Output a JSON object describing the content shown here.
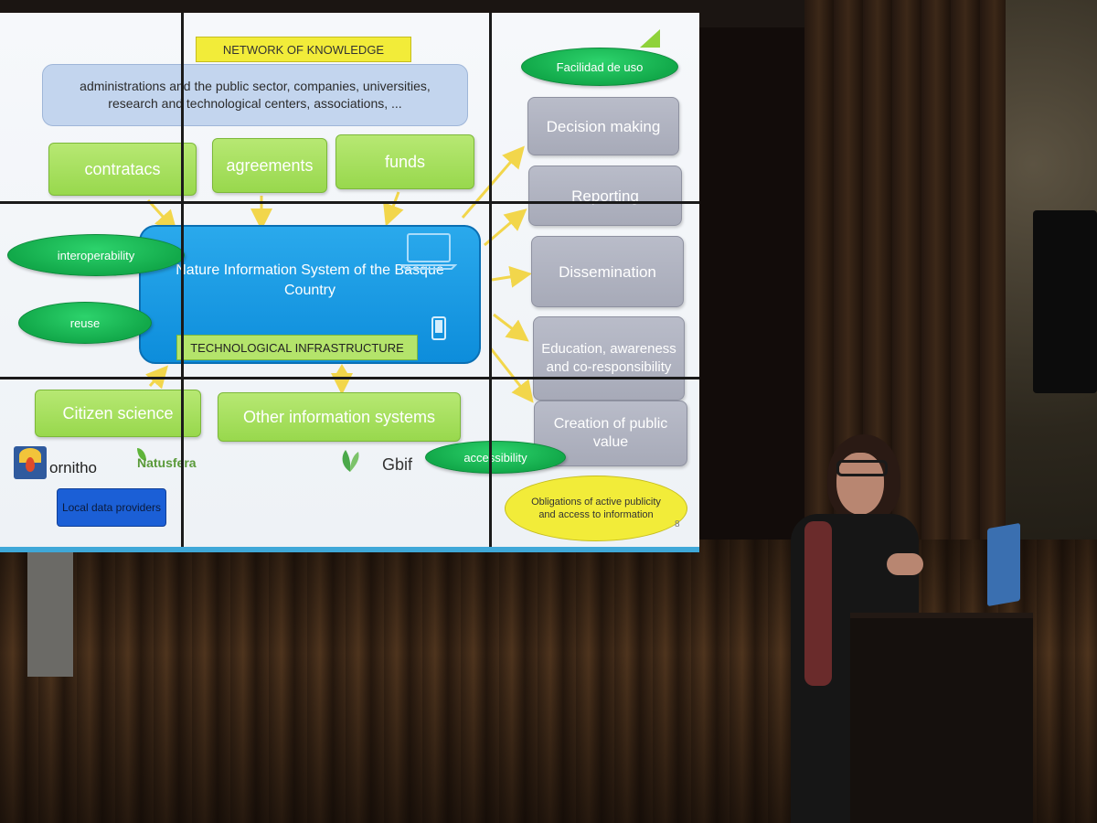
{
  "slide": {
    "title": "NETWORK OF KNOWLEDGE",
    "actors": "administrations and the public sector, companies, universities, research and technological centers, associations, ...",
    "inputs": [
      "contratacs",
      "agreements",
      "funds"
    ],
    "central": "Nature Information System of the Basque Country",
    "infrastructure": "TECHNOLOGICAL INFRASTRUCTURE",
    "attributes": {
      "usability": "Facilidad de uso",
      "interoperability": "interoperability",
      "reuse": "reuse",
      "accessibility": "accessibility"
    },
    "outputs": [
      "Decision making",
      "Reporting",
      "Dissemination",
      "Education, awareness and co-responsibility",
      "Creation of public value"
    ],
    "sources": {
      "citizen_science": "Citizen science",
      "other_systems": "Other information systems",
      "local_providers": "Local data providers"
    },
    "logos": {
      "ornitho": "ornitho",
      "natusfera": "Natusfera",
      "gbif": "Gbif"
    },
    "obligations": "Obligations of active publicity and access to information",
    "page_number": "8"
  },
  "colors": {
    "title_yellow": "#f2ec39",
    "input_green": "#98d84d",
    "central_blue": "#0d8ddb",
    "attribute_green": "#12a94a",
    "output_gray": "#a7aab8",
    "arrow_yellow": "#f2d64b"
  }
}
